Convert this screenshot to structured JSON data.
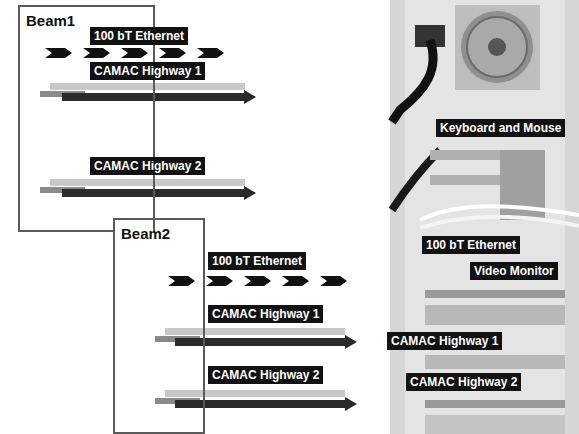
{
  "diagram": {
    "nodes": [
      {
        "text": [
          "Beam1"
        ]
      },
      {
        "text": [
          "100 bT Ethernet"
        ]
      },
      {
        "text": [
          "CAMAC Highway 1"
        ]
      },
      {
        "text": [
          "CAMAC Highway 2"
        ]
      },
      {
        "text": [
          "Beam2"
        ]
      },
      {
        "text": [
          "100 bT Ethernet"
        ]
      },
      {
        "text": [
          "CAMAC Highway 1"
        ]
      },
      {
        "text": [
          "CAMAC Highway 2"
        ]
      },
      {
        "text": [
          "Keyboard and Mouse"
        ]
      },
      {
        "text": [
          "100 bT Ethernet"
        ]
      },
      {
        "text": [
          "Video Monitor"
        ]
      },
      {
        "text": [
          "CAMAC Highway 1"
        ]
      },
      {
        "text": [
          "CAMAC Highway 2"
        ]
      }
    ]
  }
}
